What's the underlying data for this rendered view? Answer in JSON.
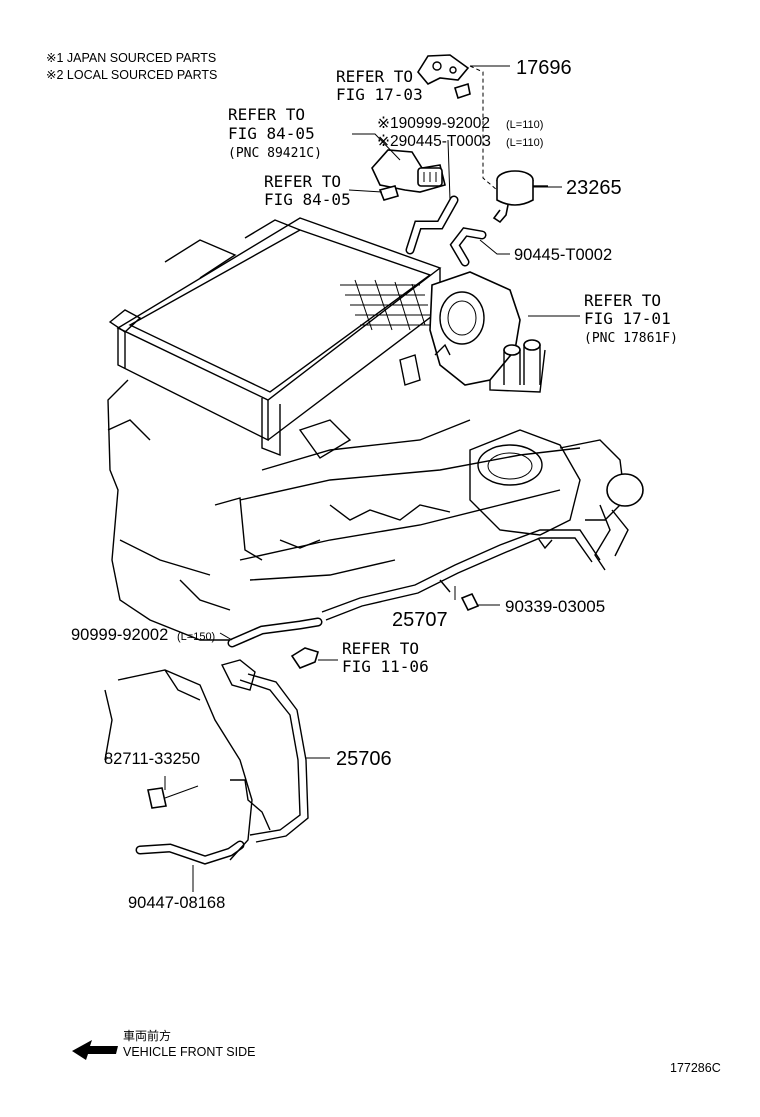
{
  "notes": {
    "note1": "※1 JAPAN SOURCED PARTS",
    "note2": "※2 LOCAL SOURCED PARTS"
  },
  "callouts": {
    "c17696": "17696",
    "c23265": "23265",
    "c90445_t0002": "90445-T0002",
    "c25707": "25707",
    "c90339": "90339-03005",
    "c90999_150": "90999-92002",
    "c90999_150_len": "(L=150)",
    "c25706": "25706",
    "c82711": "82711-33250",
    "c90447": "90447-08168",
    "c90999_110": "※190999-92002",
    "c90999_110_len": "(L=110)",
    "c90445_t0003": "※290445-T0003",
    "c90445_t0003_len": "(L=110)"
  },
  "refers": {
    "r1703_a": "REFER TO",
    "r1703_b": "FIG 17-03",
    "r8405_a": "REFER TO",
    "r8405_b": "FIG 84-05",
    "r8405_c": "(PNC 89421C)",
    "r8405b_a": "REFER TO",
    "r8405b_b": "FIG 84-05",
    "r1701_a": "REFER TO",
    "r1701_b": "FIG 17-01",
    "r1701_c": "(PNC 17861F)",
    "r1106_a": "REFER TO",
    "r1106_b": "FIG 11-06"
  },
  "footer": {
    "jp_direction": "車両前方",
    "direction": "VEHICLE FRONT SIDE",
    "figure_id": "177286C"
  }
}
